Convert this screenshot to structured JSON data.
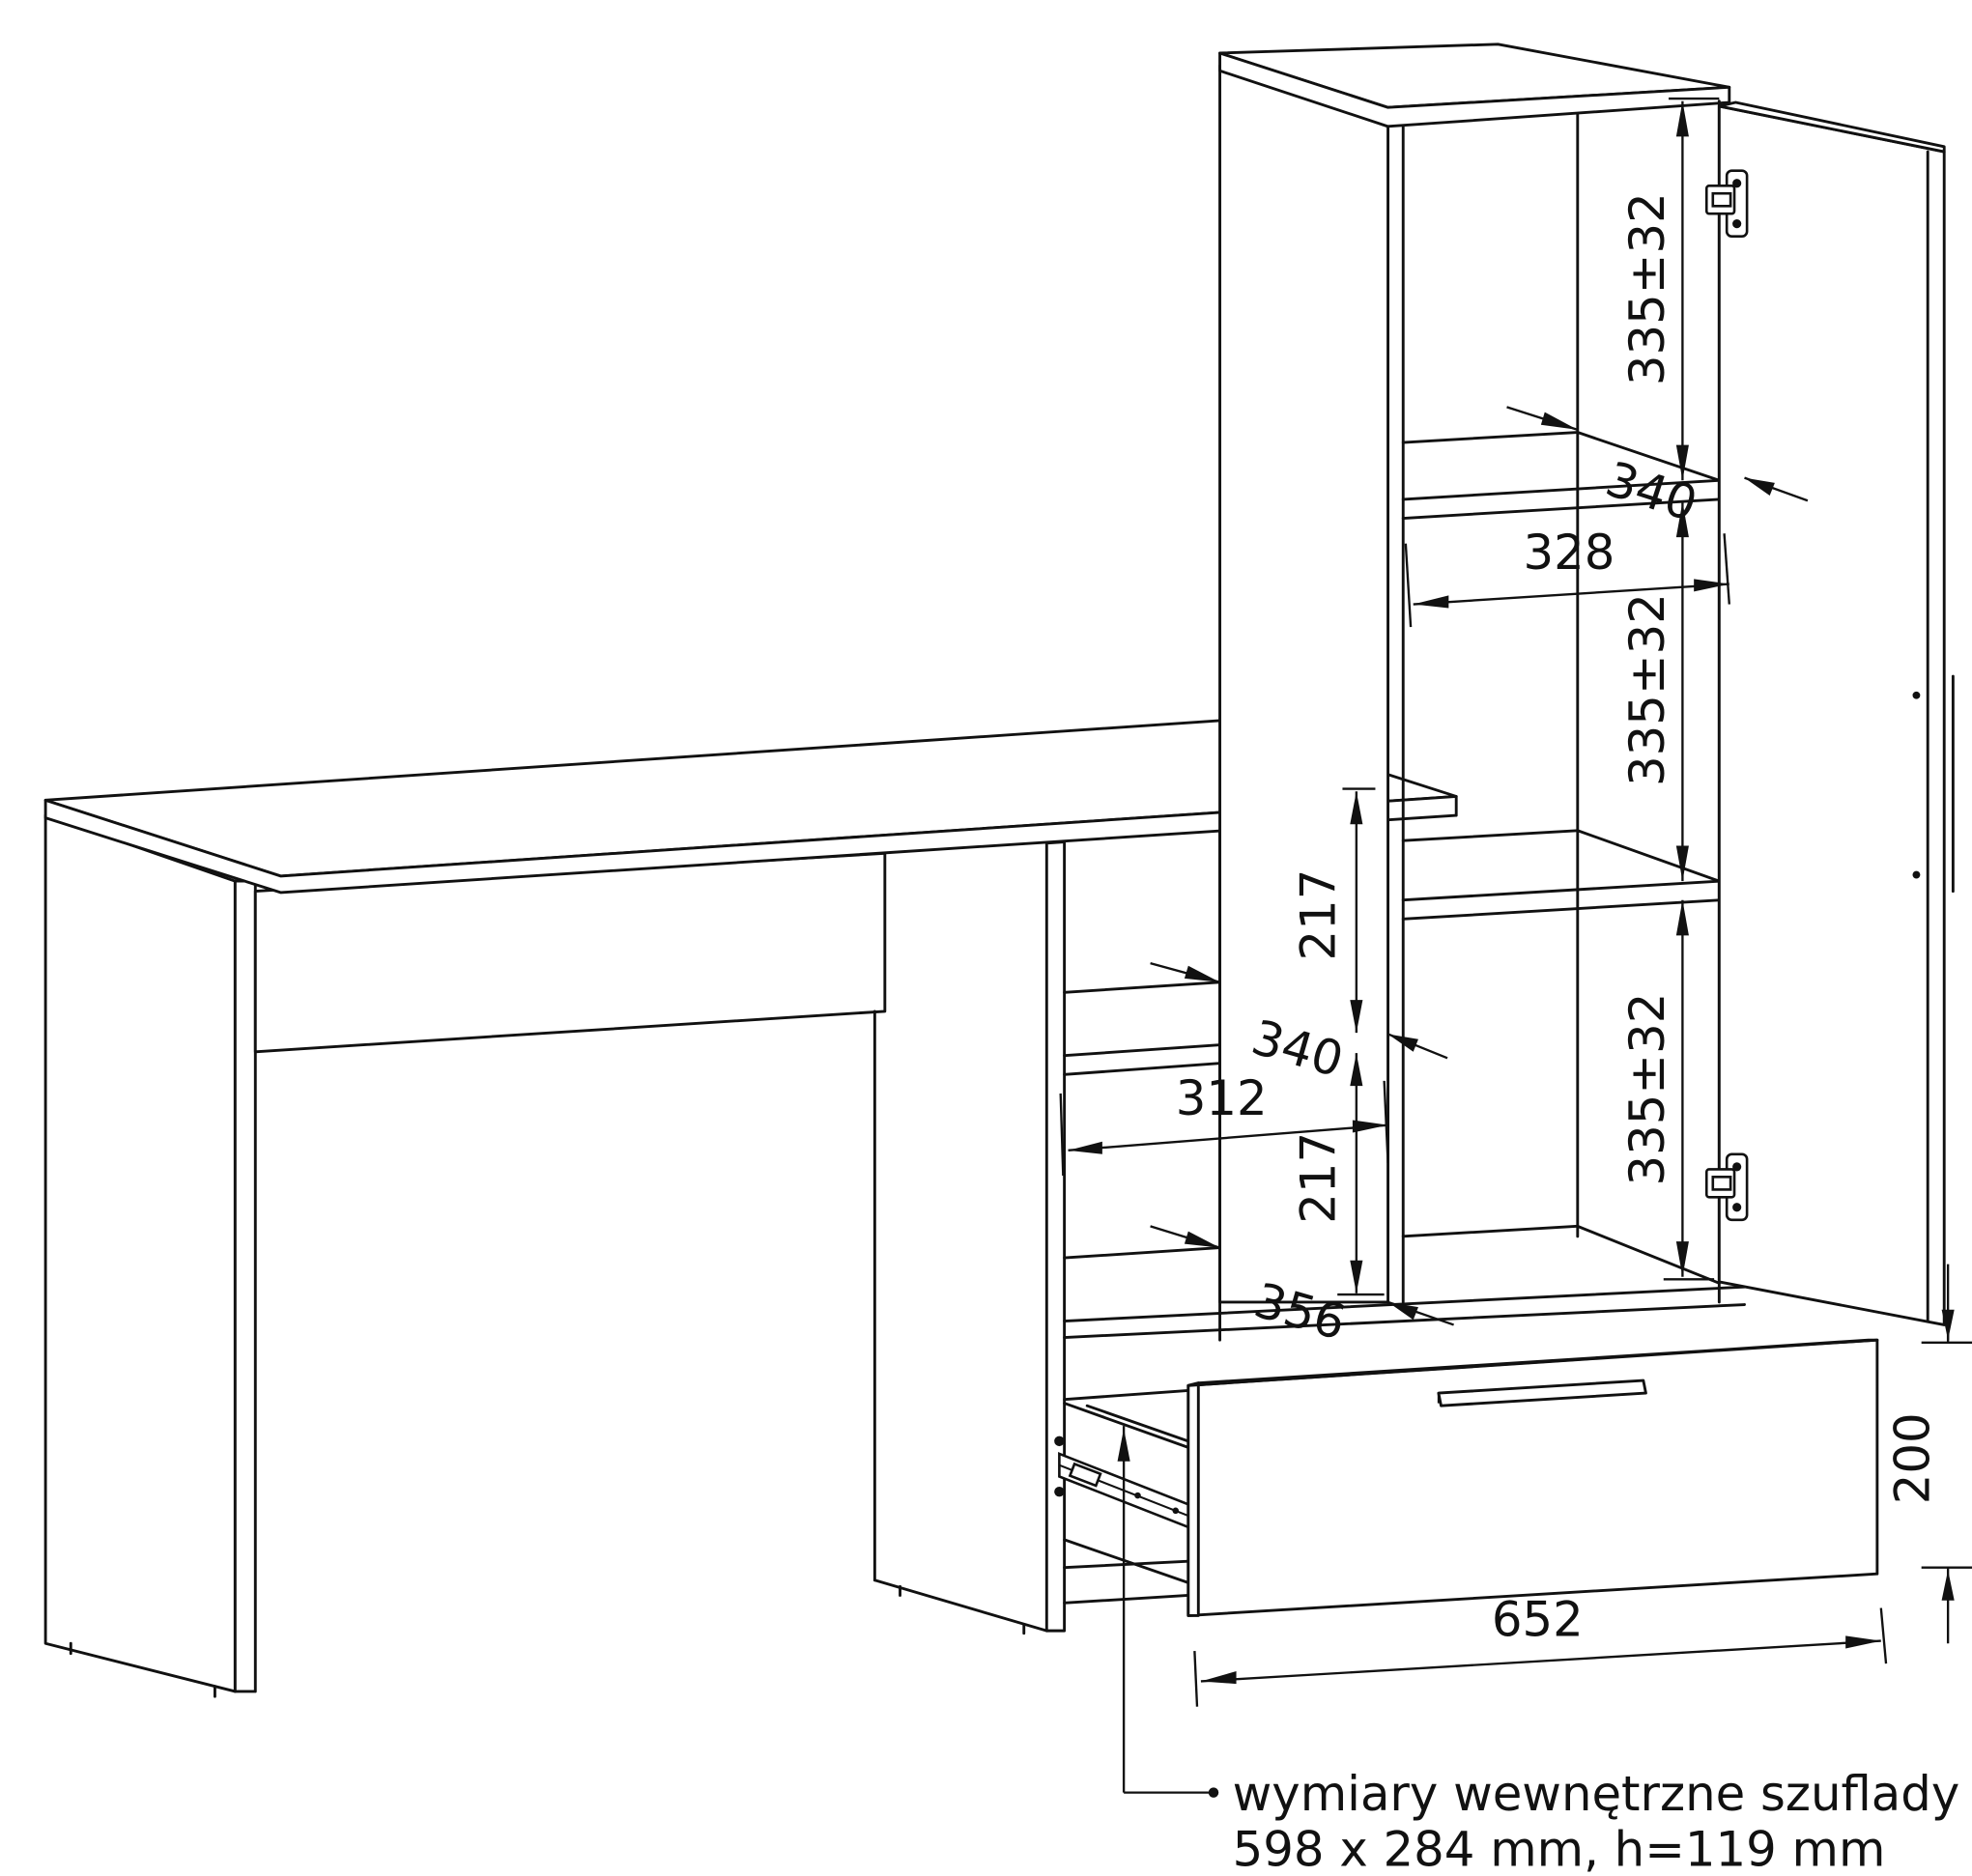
{
  "drawing": {
    "subject": "desk with tall cabinet and drawer",
    "line_color": "#111111",
    "background": "#ffffff"
  },
  "dimensions": {
    "cabinet_shelf_height_top": "335±32",
    "cabinet_shelf_height_middle": "335±32",
    "cabinet_shelf_height_bottom": "335±32",
    "cabinet_shelf_depth": "340",
    "cabinet_inner_width": "328",
    "desk_shelf_height_top": "217",
    "desk_shelf_height_bottom": "217",
    "desk_shelf_depth_top": "340",
    "desk_shelf_depth_bottom": "356",
    "desk_inner_width": "312",
    "drawer_front_height": "200",
    "drawer_front_width": "652"
  },
  "note": {
    "line1": "wymiary wewnętrzne szuflady",
    "line2": "598 x 284 mm, h=119 mm"
  },
  "icons": {
    "hinge_top": "hinge-icon",
    "hinge_bottom": "hinge-icon",
    "drawer_slide": "drawer-slide-icon",
    "drawer_handle": "handle-icon"
  }
}
